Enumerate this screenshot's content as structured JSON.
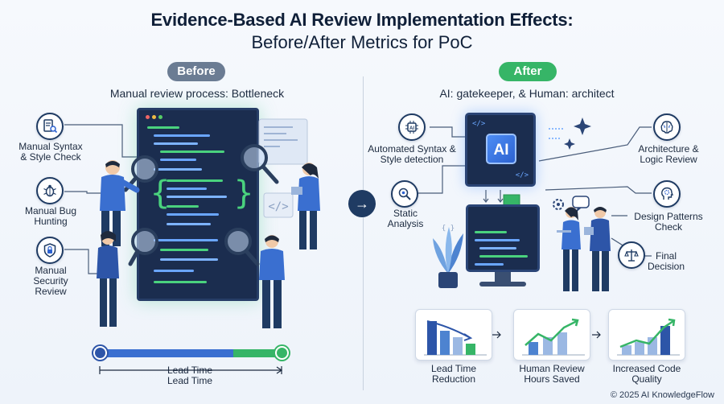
{
  "title": {
    "line1": "Evidence-Based AI Review Implementation Effects:",
    "line2": "Before/After Metrics for PoC"
  },
  "before": {
    "badge": "Before",
    "subtitle": "Manual review process: Bottleneck",
    "items": [
      {
        "label": "Manual Syntax & Style Check",
        "icon": "document-search-icon"
      },
      {
        "label": "Manual Bug Hunting",
        "icon": "bug-icon"
      },
      {
        "label": "Manual Security Review",
        "icon": "lock-shield-icon"
      }
    ],
    "timeline": {
      "label_top": "Lead Time",
      "label_bottom": "Lead Time"
    }
  },
  "after": {
    "badge": "After",
    "subtitle": "AI: gatekeeper, & Human: architect",
    "ai_chip": "AI",
    "left_items": [
      {
        "label": "Automated Syntax & Style detection",
        "icon": "ai-chip-icon"
      },
      {
        "label": "Static Analysis",
        "icon": "magnifier-gear-icon"
      }
    ],
    "right_items": [
      {
        "label": "Architecture & Logic Review",
        "icon": "brain-icon"
      },
      {
        "label": "Design Patterns Check",
        "icon": "head-gear-icon"
      },
      {
        "label": "Final Decision",
        "icon": "scales-icon"
      }
    ],
    "metrics": [
      {
        "label": "Lead Time Reduction"
      },
      {
        "label": "Human Review Hours Saved"
      },
      {
        "label": "Increased Code Quality"
      }
    ]
  },
  "colors": {
    "accent_blue": "#2d62d0",
    "accent_green": "#36b567",
    "navy": "#1b2d4f"
  },
  "footer": "© 2025 AI KnowledgeFlow"
}
